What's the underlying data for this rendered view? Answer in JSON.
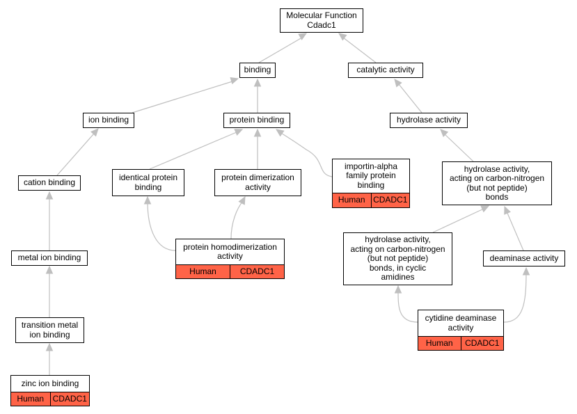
{
  "colors": {
    "annotation_fill": "#ff6347",
    "edge": "#bfbfbf"
  },
  "nodes": {
    "root": {
      "label": "Molecular Function\nCdadc1"
    },
    "binding": {
      "label": "binding"
    },
    "catalytic": {
      "label": "catalytic activity"
    },
    "ion_binding": {
      "label": "ion binding"
    },
    "protein_binding": {
      "label": "protein binding"
    },
    "hydrolase": {
      "label": "hydrolase activity"
    },
    "cation_binding": {
      "label": "cation binding"
    },
    "identical_protein": {
      "label": "identical protein\nbinding"
    },
    "protein_dimerization": {
      "label": "protein dimerization\nactivity"
    },
    "importin": {
      "label": "importin-alpha\nfamily protein\nbinding",
      "species": "Human",
      "gene": "CDADC1"
    },
    "hydrolase_cn": {
      "label": "hydrolase activity,\nacting on carbon-nitrogen\n(but not peptide)\nbonds"
    },
    "homodimerization": {
      "label": "protein homodimerization\nactivity",
      "species": "Human",
      "gene": "CDADC1"
    },
    "metal_ion": {
      "label": "metal ion binding"
    },
    "hydrolase_cn_cyclic": {
      "label": "hydrolase activity,\nacting on carbon-nitrogen\n(but not peptide)\nbonds, in cyclic\namidines"
    },
    "deaminase": {
      "label": "deaminase activity"
    },
    "transition_metal": {
      "label": "transition metal\nion binding"
    },
    "cytidine_deaminase": {
      "label": "cytidine deaminase\nactivity",
      "species": "Human",
      "gene": "CDADC1"
    },
    "zinc_ion": {
      "label": "zinc ion binding",
      "species": "Human",
      "gene": "CDADC1"
    }
  }
}
